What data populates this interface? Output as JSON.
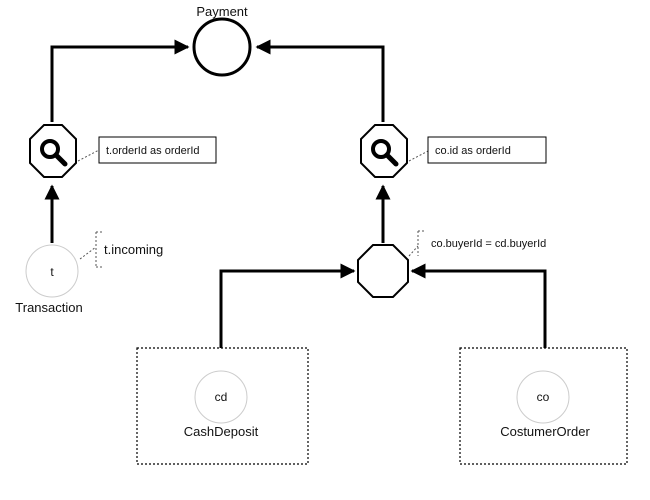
{
  "nodes": {
    "payment": {
      "label": "Payment"
    },
    "transaction": {
      "alias": "t",
      "label": "Transaction"
    },
    "cash_deposit": {
      "alias": "cd",
      "label": "CashDeposit"
    },
    "costumer_order": {
      "alias": "co",
      "label": "CostumerOrder"
    }
  },
  "annotations": {
    "left_lookup": "t.orderId as orderId",
    "right_lookup": "co.id as orderId",
    "join": "co.buyerId = cd.buyerId",
    "filter": "t.incoming"
  },
  "icons": {
    "left_lookup": "search-icon",
    "right_lookup": "search-icon",
    "join": "join-octagon-icon"
  },
  "colors": {
    "stroke": "#000000",
    "node_fill": "#ffffff",
    "source_circle_stroke": "#cccccc"
  }
}
